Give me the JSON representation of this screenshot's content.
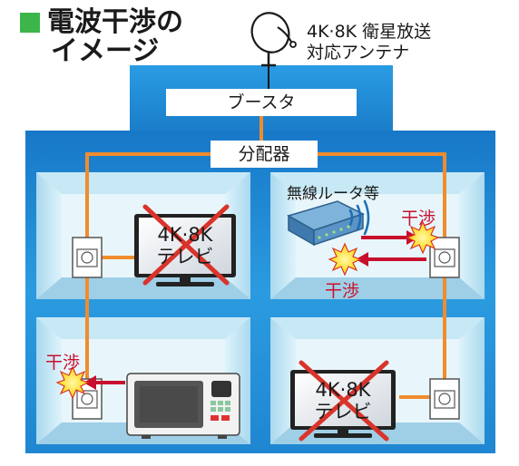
{
  "title": {
    "square_color": "#3cb54a",
    "line1": "電波干渉の",
    "line2": "イメージ"
  },
  "antenna": {
    "line1": "4K·8K 衛星放送",
    "line2": "対応アンテナ",
    "icon": "satellite-dish-icon"
  },
  "booster": {
    "label": "ブースタ"
  },
  "splitter": {
    "label": "分配器"
  },
  "rooms": {
    "top_left": {
      "device": "tv",
      "label_line1": "4K·8K",
      "label_line2": "テレビ",
      "blocked": true
    },
    "top_right": {
      "device": "router",
      "label": "無線ルータ等"
    },
    "bottom_left": {
      "device": "microwave"
    },
    "bottom_right": {
      "device": "tv",
      "label_line1": "4K·8K",
      "label_line2": "テレビ",
      "blocked": true
    }
  },
  "interference": {
    "label": "干渉"
  },
  "colors": {
    "house": "#1e90d6",
    "room": "#bfe6f4",
    "cable": "#f08c2e",
    "cross": "#d9342b",
    "arrow": "#c8102e",
    "burst": "#ffe600"
  }
}
